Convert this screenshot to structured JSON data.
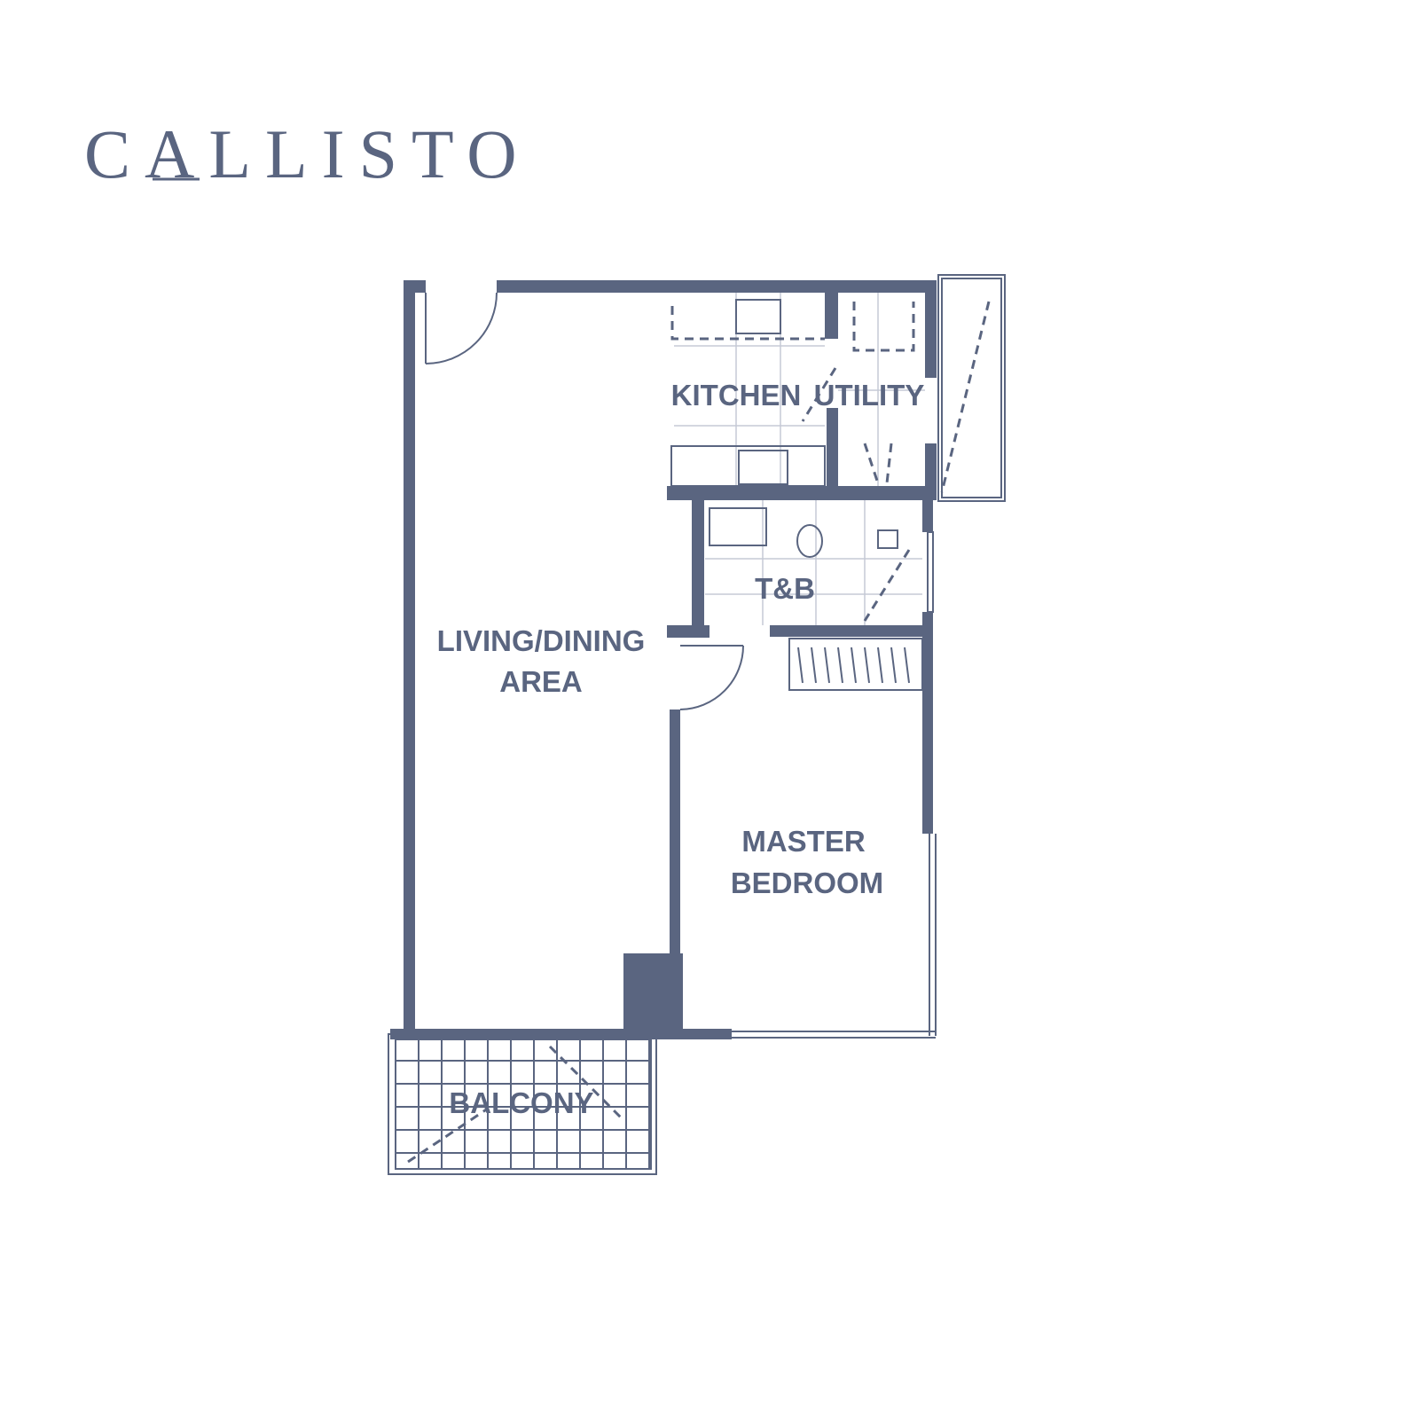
{
  "brand": {
    "name": "CALLISTO"
  },
  "rooms": {
    "kitchen": "KITCHEN",
    "utility": "UTILITY",
    "tb": "T&B",
    "living_line1": "LIVING/DINING",
    "living_line2": "AREA",
    "bedroom_line1": "MASTER",
    "bedroom_line2": "BEDROOM",
    "balcony": "BALCONY"
  },
  "colors": {
    "ink": "#5a6580",
    "background": "#ffffff"
  }
}
